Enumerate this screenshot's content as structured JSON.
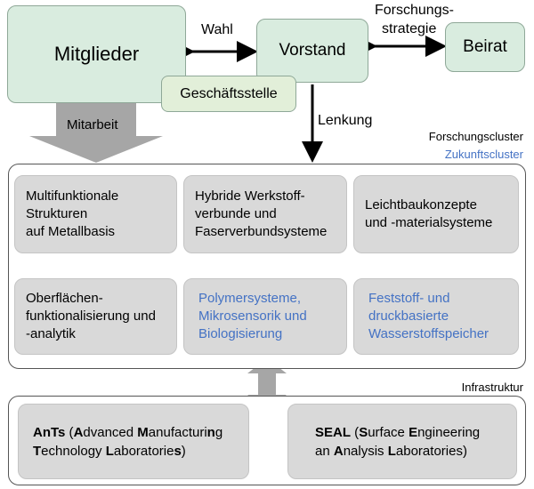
{
  "top": {
    "mitglieder": "Mitglieder",
    "vorstand": "Vorstand",
    "beirat": "Beirat",
    "geschaeftsstelle": "Geschäftsstelle"
  },
  "arrows": {
    "wahl": "Wahl",
    "forschungsstrategie_line1": "Forschungs-",
    "forschungsstrategie_line2": "strategie",
    "lenkung": "Lenkung",
    "mitarbeit": "Mitarbeit"
  },
  "legend": {
    "forschungscluster": "Forschungscluster",
    "zukunftscluster": "Zukunftscluster"
  },
  "clusters": [
    {
      "lines": [
        "Multifunktionale",
        "Strukturen",
        "auf Metallbasis"
      ],
      "future": false
    },
    {
      "lines": [
        "Hybride Werkstoff-",
        "verbunde und",
        "Faserverbundsysteme"
      ],
      "future": false
    },
    {
      "lines": [
        "Leichtbaukonzepte",
        "und -materialsysteme"
      ],
      "future": false
    },
    {
      "lines": [
        "Oberflächen-",
        "funktionalisierung und",
        "-analytik"
      ],
      "future": false
    },
    {
      "lines": [
        "Polymersysteme,",
        "Mikrosensorik und",
        "Biologisierung"
      ],
      "future": true
    },
    {
      "lines": [
        "Feststoff- und",
        "druckbasierte",
        "Wasserstoffspeicher"
      ],
      "future": true
    }
  ],
  "infrastructure": {
    "label": "Infrastruktur",
    "ants": {
      "line1": [
        {
          "b": "AnTs"
        },
        {
          "t": " ("
        },
        {
          "b": "A"
        },
        {
          "t": "dvanced "
        },
        {
          "b": "M"
        },
        {
          "t": "anufacturi"
        },
        {
          "b": "n"
        },
        {
          "t": "g"
        }
      ],
      "line2": [
        {
          "b": "T"
        },
        {
          "t": "echnology "
        },
        {
          "b": "L"
        },
        {
          "t": "aboratorie"
        },
        {
          "b": "s"
        },
        {
          "t": ")"
        }
      ]
    },
    "seal": {
      "line1": [
        {
          "b": "SEAL"
        },
        {
          "t": " ("
        },
        {
          "b": "S"
        },
        {
          "t": "urface "
        },
        {
          "b": "E"
        },
        {
          "t": "ngineering"
        }
      ],
      "line2": [
        {
          "t": "an "
        },
        {
          "b": "A"
        },
        {
          "t": "nalysis "
        },
        {
          "b": "L"
        },
        {
          "t": "aboratories)"
        }
      ]
    }
  },
  "colors": {
    "green_box": "#d9ecdf",
    "light_green_box": "#e2efd9",
    "cluster_box": "#d9d9d9",
    "future_text": "#4472c4",
    "big_arrow": "#a6a6a6",
    "double_arrow": "#a6a6a6"
  }
}
